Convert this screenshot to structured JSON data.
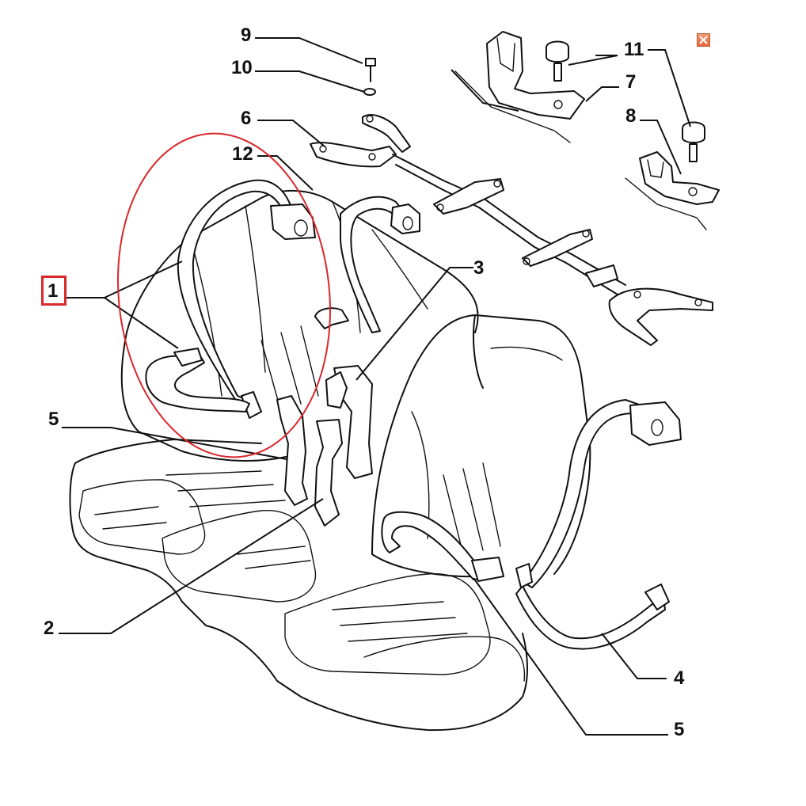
{
  "diagram": {
    "callouts": {
      "c9": "9",
      "c10": "10",
      "c6": "6",
      "c12": "12",
      "c11": "11",
      "c7": "7",
      "c8": "8",
      "c1": "1",
      "c3": "3",
      "c5a": "5",
      "c2": "2",
      "c4": "4",
      "c5b": "5"
    },
    "highlight": {
      "selected_callout": "1",
      "color": "#d8282c"
    },
    "close_icon": "close-icon",
    "close_color": "#e2683a"
  }
}
